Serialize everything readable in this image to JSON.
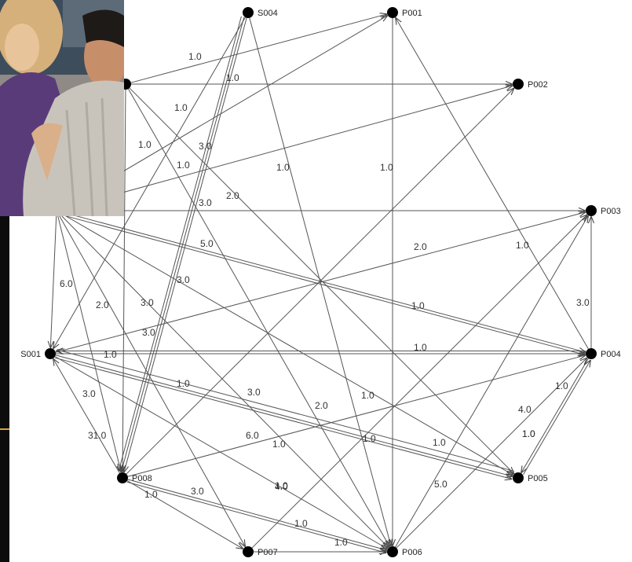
{
  "nodes": [
    {
      "id": "S004",
      "label": "S004"
    },
    {
      "id": "P001",
      "label": "P001"
    },
    {
      "id": "P002",
      "label": "P002"
    },
    {
      "id": "P003",
      "label": "P003"
    },
    {
      "id": "P004",
      "label": "P004"
    },
    {
      "id": "P005",
      "label": "P005"
    },
    {
      "id": "P006",
      "label": "P006"
    },
    {
      "id": "P007",
      "label": "P007"
    },
    {
      "id": "P008",
      "label": "P008"
    },
    {
      "id": "S001",
      "label": "S001"
    },
    {
      "id": "HIDDEN_A",
      "label": ""
    },
    {
      "id": "HIDDEN_B",
      "label": ""
    }
  ],
  "edge_labels": [
    "1.0",
    "1.0",
    "1.0",
    "1.0",
    "3.0",
    "1.0",
    "1.0",
    "1.0",
    "2.0",
    "3.0",
    "2.0",
    "1.0",
    "5.0",
    "3.0",
    "1.0",
    "3.0",
    "6.0",
    "2.0",
    "3.0",
    "3.0",
    "1.0",
    "1.0",
    "1.0",
    "1.0",
    "3.0",
    "1.0",
    "3.0",
    "2.0",
    "1.0",
    "4.0",
    "31.0",
    "6.0",
    "1.0",
    "1.0",
    "1.0",
    "1.0",
    "1.0",
    "4.0",
    "5.0",
    "1.0",
    "3.0",
    "1.0",
    "1.0"
  ],
  "colors": {
    "edge": "#555555",
    "node": "#000000"
  }
}
